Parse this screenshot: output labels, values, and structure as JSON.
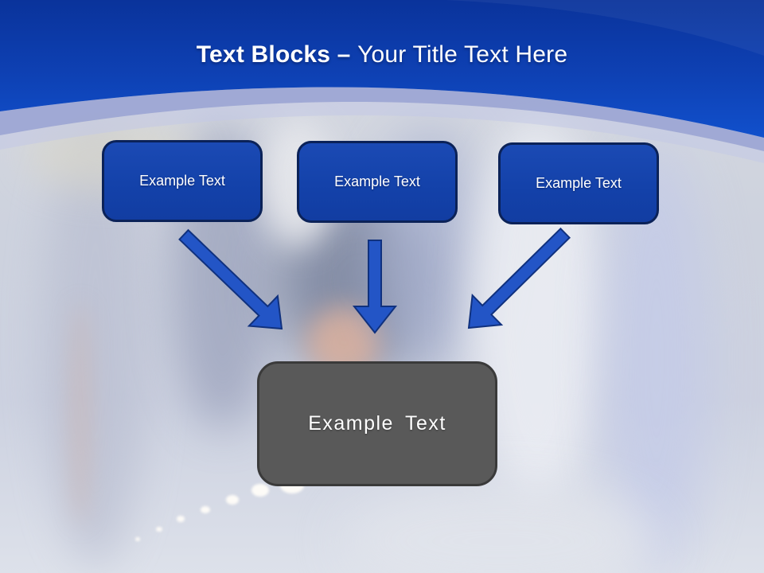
{
  "slide": {
    "title": {
      "bold_part": "Text Blocks – ",
      "regular_part": "Your Title Text Here"
    },
    "source_boxes": [
      {
        "label": "Example Text"
      },
      {
        "label": "Example Text"
      },
      {
        "label": "Example Text"
      }
    ],
    "target_box": {
      "label": "Example Text"
    },
    "arrows": [
      {
        "name": "arrow-down-right"
      },
      {
        "name": "arrow-down"
      },
      {
        "name": "arrow-down-left"
      }
    ],
    "colors": {
      "header_gradient_top": "#0a339b",
      "header_gradient_bottom": "#1150cc",
      "header_band": "#9aa4d4",
      "block_fill": "#1544ae",
      "block_border": "#0b2258",
      "arrow_fill": "#2355c6",
      "arrow_border": "#10317e",
      "target_fill": "#595959",
      "target_border": "#3a3a3a",
      "text": "#ffffff"
    }
  }
}
